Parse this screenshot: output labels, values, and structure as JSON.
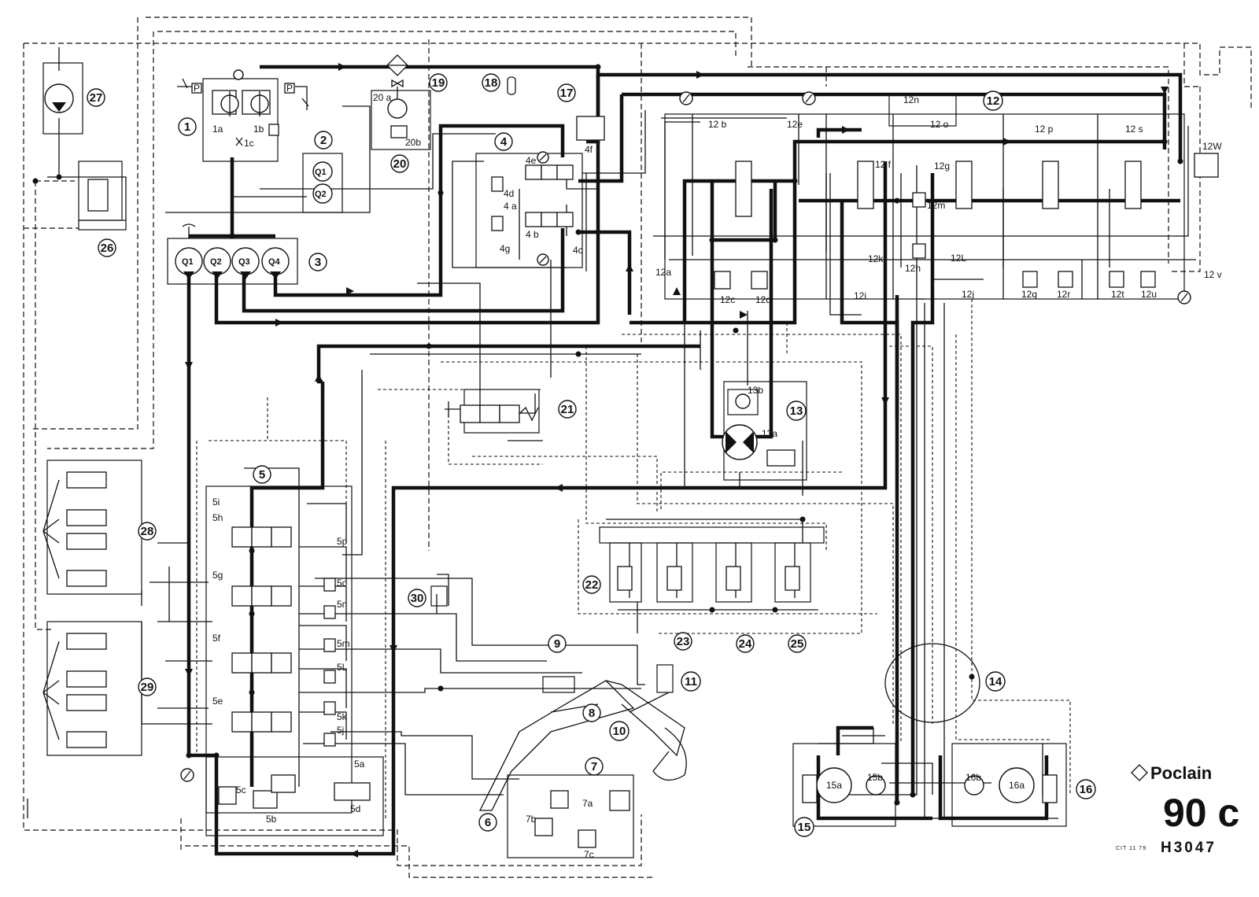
{
  "brand": {
    "name": "Poclain",
    "model": "90 c",
    "code": "CIT 11 79",
    "drawing_ref": "H3047"
  },
  "components": [
    {
      "id": "c1",
      "num": "1"
    },
    {
      "id": "c2",
      "num": "2"
    },
    {
      "id": "c3",
      "num": "3"
    },
    {
      "id": "c4",
      "num": "4"
    },
    {
      "id": "c5",
      "num": "5"
    },
    {
      "id": "c6",
      "num": "6"
    },
    {
      "id": "c7",
      "num": "7"
    },
    {
      "id": "c8",
      "num": "8"
    },
    {
      "id": "c9",
      "num": "9"
    },
    {
      "id": "c10",
      "num": "10"
    },
    {
      "id": "c11",
      "num": "11"
    },
    {
      "id": "c12",
      "num": "12"
    },
    {
      "id": "c13",
      "num": "13"
    },
    {
      "id": "c14",
      "num": "14"
    },
    {
      "id": "c15",
      "num": "15"
    },
    {
      "id": "c16",
      "num": "16"
    },
    {
      "id": "c17",
      "num": "17"
    },
    {
      "id": "c18",
      "num": "18"
    },
    {
      "id": "c19",
      "num": "19"
    },
    {
      "id": "c20",
      "num": "20"
    },
    {
      "id": "c21",
      "num": "21"
    },
    {
      "id": "c22",
      "num": "22"
    },
    {
      "id": "c23",
      "num": "23"
    },
    {
      "id": "c24",
      "num": "24"
    },
    {
      "id": "c25",
      "num": "25"
    },
    {
      "id": "c26",
      "num": "26"
    },
    {
      "id": "c27",
      "num": "27"
    },
    {
      "id": "c28",
      "num": "28"
    },
    {
      "id": "c29",
      "num": "29"
    },
    {
      "id": "c30",
      "num": "30"
    }
  ],
  "pumps": {
    "q1": "Q1",
    "q2": "Q2",
    "q3": "Q3",
    "q4": "Q4"
  },
  "labels": {
    "l1a": "1a",
    "l1b": "1b",
    "l1c": "1c",
    "l4a": "4 a",
    "l4b": "4 b",
    "l4c": "4c",
    "l4d": "4d",
    "l4e": "4e",
    "l4f": "4f",
    "l4g": "4g",
    "l5a": "5a",
    "l5b": "5b",
    "l5c": "5c",
    "l5d": "5d",
    "l5e": "5e",
    "l5f": "5f",
    "l5g": "5g",
    "l5h": "5h",
    "l5i": "5i",
    "l5j": "5j",
    "l5k": "5k",
    "l5l": "5L",
    "l5m": "5m",
    "l5n": "5n",
    "l5o": "5o",
    "l5p": "5p",
    "l7a": "7a",
    "l7b": "7b",
    "l7c": "7c",
    "l12a": "12a",
    "l12b": "12 b",
    "l12c": "12c",
    "l12d": "12d",
    "l12e": "12e",
    "l12f": "12 f",
    "l12g": "12g",
    "l12h": "12h",
    "l12i": "12i",
    "l12j": "12j",
    "l12k": "12k",
    "l12l": "12L",
    "l12m": "12m",
    "l12n": "12n",
    "l12o": "12 o",
    "l12p": "12 p",
    "l12q": "12q",
    "l12r": "12r",
    "l12s": "12 s",
    "l12t": "12t",
    "l12u": "12u",
    "l12v": "12 v",
    "l12w": "12W",
    "l13a": "13a",
    "l13b": "13b",
    "l15a": "15a",
    "l15b": "15b",
    "l16a": "16a",
    "l16b": "16b",
    "l20a": "20 a",
    "l20b": "20b",
    "p1": "P",
    "p2": "P"
  }
}
